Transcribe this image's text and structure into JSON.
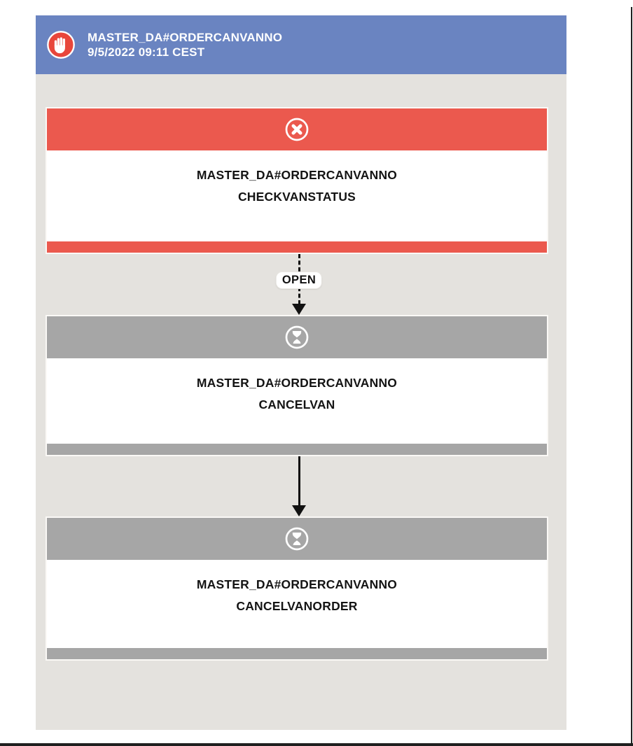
{
  "stream_header": {
    "title": "MASTER_DA#ORDERCANVANNO",
    "timestamp": "9/5/2022 09:11 CEST",
    "status_icon": "blocked-hand-icon"
  },
  "nodes": [
    {
      "name": "MASTER_DA#ORDERCANVANNO",
      "job": "CHECKVANSTATUS",
      "status": "error",
      "icon": "error-cross-icon",
      "band_color": "#EB594E"
    },
    {
      "name": "MASTER_DA#ORDERCANVANNO",
      "job": "CANCELVAN",
      "status": "waiting",
      "icon": "hourglass-icon",
      "band_color": "#A6A6A6"
    },
    {
      "name": "MASTER_DA#ORDERCANVANNO",
      "job": "CANCELVANORDER",
      "status": "waiting",
      "icon": "hourglass-icon",
      "band_color": "#A6A6A6"
    }
  ],
  "links": [
    {
      "label": "OPEN",
      "style": "dashed"
    },
    {
      "label": "",
      "style": "solid"
    }
  ],
  "colors": {
    "header_blue": "#6A84C1",
    "status_error_red": "#EB594E",
    "status_waiting_gray": "#A6A6A6",
    "icon_circle_red": "#E8463B",
    "canvas_background": "#E4E2DE",
    "frame_line": "#1F1F1F"
  }
}
